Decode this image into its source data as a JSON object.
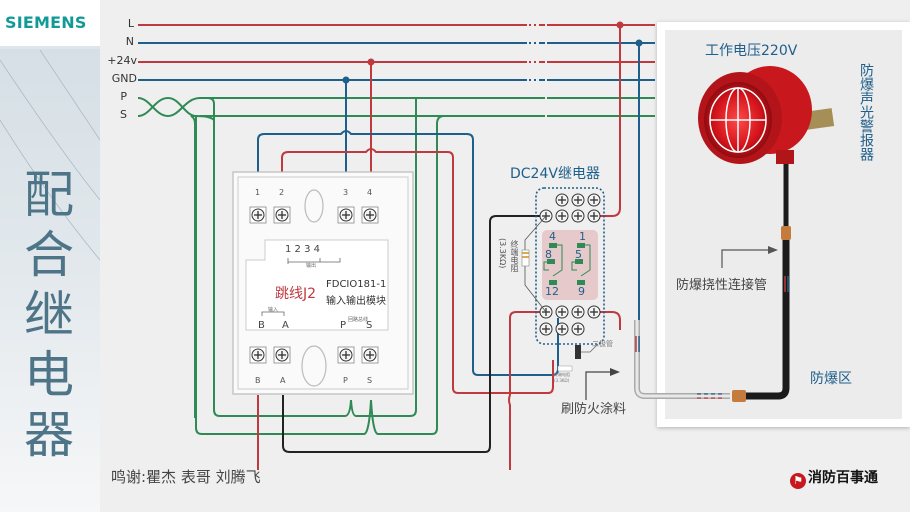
{
  "brand": {
    "logo_text": "SIEMENS"
  },
  "side_title": [
    "配",
    "合",
    "继",
    "电",
    "器"
  ],
  "bus_labels": [
    "L",
    "N",
    "+24v",
    "GND",
    "P",
    "S"
  ],
  "colors": {
    "live": "#c0393f",
    "neutral": "#1f5f8b",
    "signal": "#2f8a55",
    "black": "#222222",
    "relay_box": "#e6c9cb",
    "accent_teal": "#129a98"
  },
  "module": {
    "top_terminals": [
      "1",
      "2",
      "3",
      "4"
    ],
    "bottom_terminals": [
      "B",
      "A",
      "P",
      "S"
    ],
    "output_pins": "1 2      3 4",
    "output_label": "输出",
    "input_label": "输入",
    "loop_label": "回路总线",
    "jumper_label": "跳线J2",
    "model": "FDCIO181-1",
    "desc": "输入输出模块"
  },
  "relay": {
    "title": "DC24V继电器",
    "pins_left": [
      "4",
      "8",
      "12"
    ],
    "pins_right": [
      "1",
      "5",
      "9"
    ],
    "resistor_label": "终端电阻",
    "resistor_value": "(3.3KΩ)",
    "diode_label": "二极管",
    "small_resistor_label": "终端电阻(3.3KΩ)"
  },
  "fire_coating_label": "刷防火涂料",
  "zone": {
    "voltage_label": "工作电压220V",
    "device_label": "防爆声光警报器",
    "conduit_label": "防爆挠性连接管",
    "zone_label": "防爆区"
  },
  "credits": "鸣谢:瞿杰  表哥  刘腾飞",
  "footer_logo": {
    "icon": "fire-extinguisher-logo-icon",
    "text": "消防百事通"
  }
}
